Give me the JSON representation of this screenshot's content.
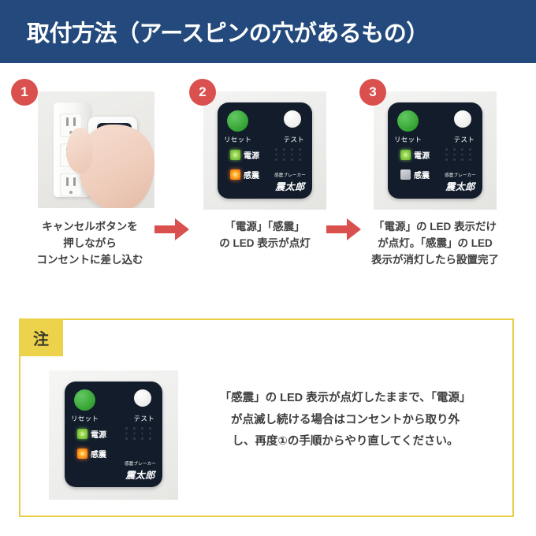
{
  "header": {
    "title": "取付方法（アースピンの穴があるもの）",
    "bg_color": "#244a7d"
  },
  "accent_colors": {
    "badge_red": "#d9504e",
    "arrow_red": "#d9504e",
    "note_border": "#e8cf4a",
    "note_tab": "#edd24b",
    "device_body": "#121c2b",
    "led_green": "#8fd24a",
    "led_orange": "#ffa81f",
    "led_off": "#a6acb2"
  },
  "steps": [
    {
      "number": "1",
      "caption_lines": [
        "キャンセルボタンを",
        "押しながら",
        "コンセントに差し込む"
      ],
      "figure": "hand-inserting-device-into-wall-outlet"
    },
    {
      "number": "2",
      "caption_lines": [
        "「電源」「感震」",
        "の LED 表示が点灯"
      ],
      "figure": "device-front-panel",
      "device": {
        "reset_label": "リセット",
        "test_label": "テスト",
        "power_label": "電源",
        "power_state": "green",
        "quake_label": "感震",
        "quake_state": "orange",
        "brand_sub": "感震ブレーカー",
        "brand_main": "震太郎"
      }
    },
    {
      "number": "3",
      "caption_lines": [
        "「電源」の LED 表示だけ",
        "が点灯。「感震」の LED",
        "表示が消灯したら設置完了"
      ],
      "figure": "device-front-panel",
      "device": {
        "reset_label": "リセット",
        "test_label": "テスト",
        "power_label": "電源",
        "power_state": "green",
        "quake_label": "感震",
        "quake_state": "off",
        "brand_sub": "感震ブレーカー",
        "brand_main": "震太郎"
      }
    }
  ],
  "note": {
    "tab_label": "注",
    "device": {
      "reset_label": "リセット",
      "test_label": "テスト",
      "power_label": "電源",
      "power_state": "green",
      "quake_label": "感震",
      "quake_state": "orange",
      "brand_sub": "感震ブレーカー",
      "brand_main": "震太郎"
    },
    "text_lines": [
      "「感震」の LED 表示が点灯したままで、「電源」",
      "が点滅し続ける場合はコンセントから取り外",
      "し、再度①の手順からやり直してください。"
    ]
  }
}
